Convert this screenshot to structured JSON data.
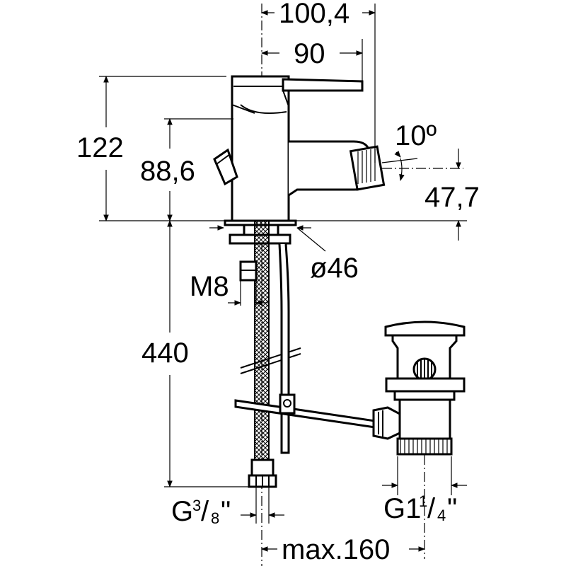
{
  "dimensions": {
    "width_total": "100,4",
    "width_lever": "90",
    "height_total": "122",
    "height_spout": "88,6",
    "angle": "10º",
    "spout_height": "47,7",
    "diameter": "ø46",
    "rod_thread": "M8",
    "hose_length": "440",
    "hose_thread_main": "G",
    "hose_thread_num": "3",
    "hose_thread_den": "8",
    "hose_thread_quote": "\"",
    "waste_thread_main": "G1",
    "waste_thread_num": "1",
    "waste_thread_den": "4",
    "waste_thread_quote": "\"",
    "max_distance": "max.160"
  }
}
